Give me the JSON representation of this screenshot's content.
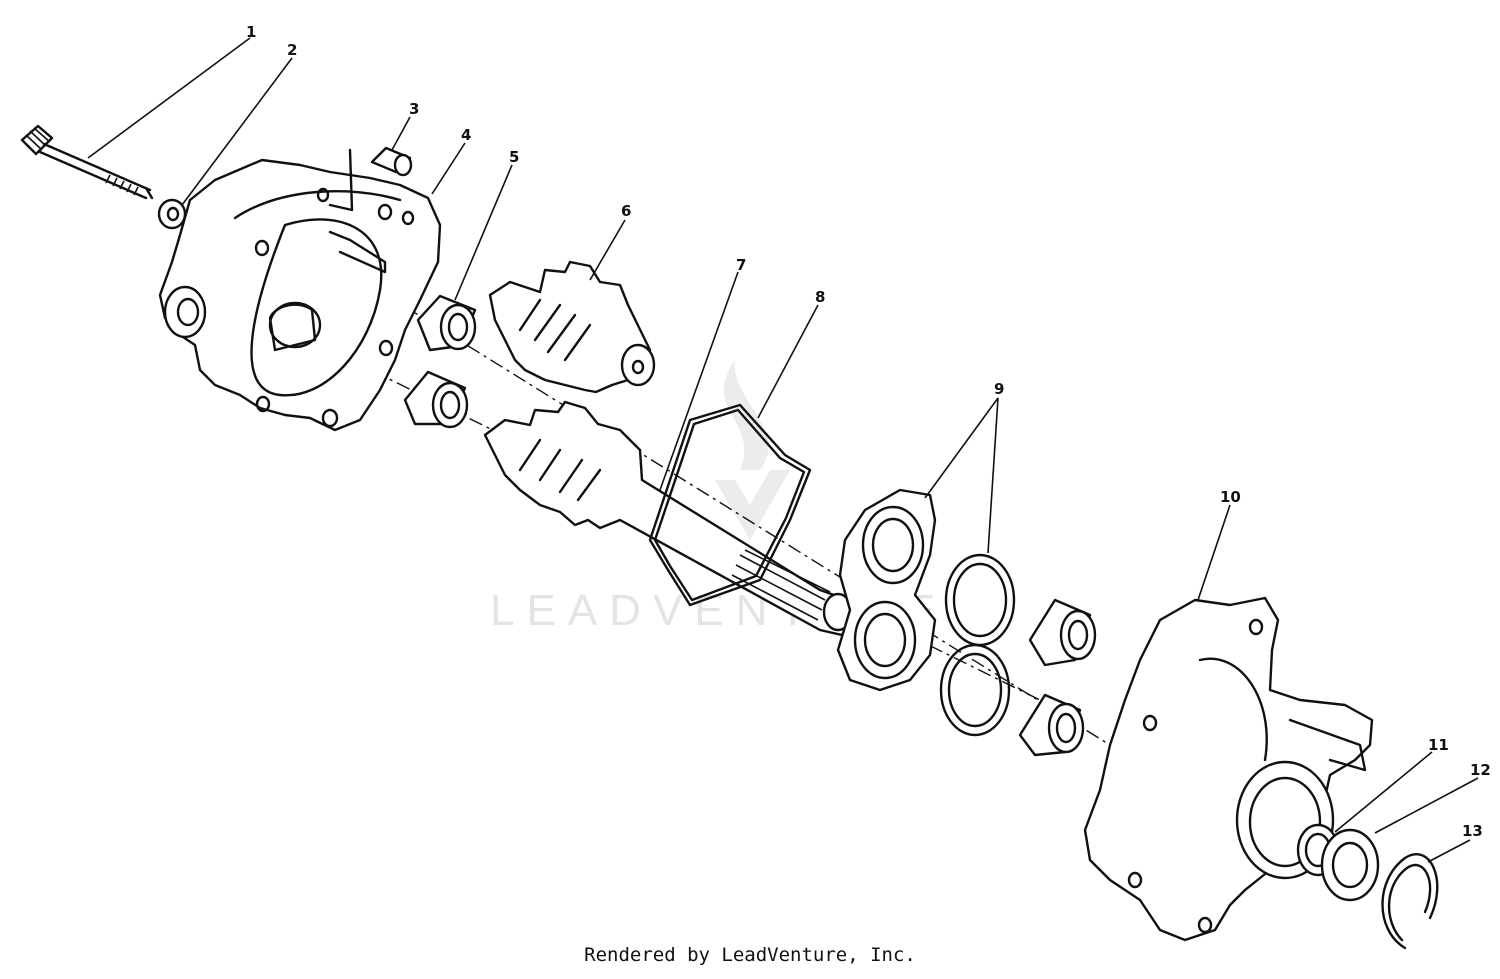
{
  "diagram": {
    "callouts": [
      "1",
      "2",
      "3",
      "4",
      "5",
      "6",
      "7",
      "8",
      "9",
      "10",
      "11",
      "12",
      "13"
    ]
  },
  "watermark": {
    "text": "LEADVENTURE"
  },
  "footer": {
    "text": "Rendered by LeadVenture, Inc."
  }
}
